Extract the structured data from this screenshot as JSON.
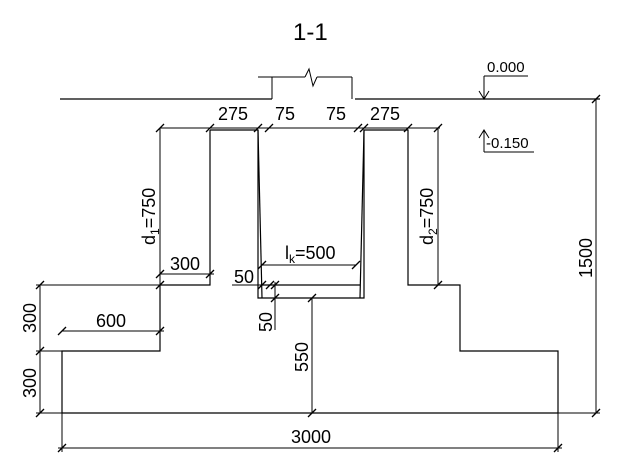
{
  "section_title": "1-1",
  "levels": {
    "ground": "0.000",
    "floor": "-0.150"
  },
  "dims": {
    "shoulder_left": "275",
    "wall_left": "75",
    "wall_right": "75",
    "shoulder_right": "275",
    "d1": "d1=750",
    "d1_sub": "1",
    "d2": "d2=750",
    "d2_sub": "2",
    "step_300_mid": "300",
    "lk": "lk=500",
    "lk_sub": "k",
    "gap_50_h": "50",
    "gap_50_v": "50",
    "step_600": "600",
    "height_300_top": "300",
    "height_300_bottom": "300",
    "height_550": "550",
    "total_height": "1500",
    "total_width": "3000"
  }
}
